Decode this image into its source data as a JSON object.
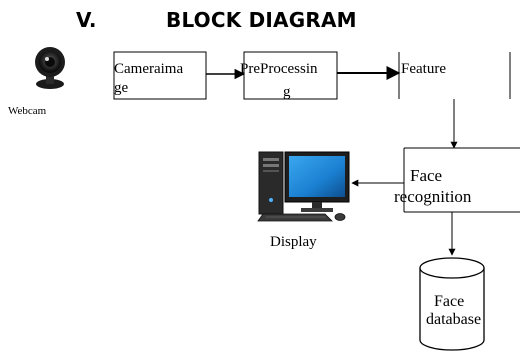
{
  "heading": {
    "number": "V.",
    "title": "BLOCK DIAGRAM"
  },
  "webcam": {
    "label": "Webcam"
  },
  "blocks": {
    "camera_line1": "Cameraima",
    "camera_line2": "ge",
    "pre_line1": "PreProcessin",
    "pre_line2": "g",
    "feature": "Feature",
    "face_rec_line1": "Face",
    "face_rec_line2": "recognition",
    "face_db_line1": "Face",
    "face_db_line2": "database"
  },
  "display": {
    "label": "Display"
  },
  "colors": {
    "line": "#000000",
    "screen": "#1a7fd0",
    "case": "#2a2a2a"
  }
}
